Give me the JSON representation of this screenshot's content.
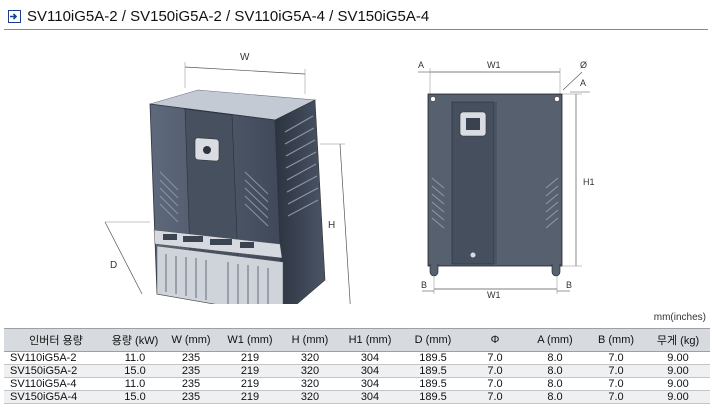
{
  "header": {
    "title": "SV110iG5A-2 / SV150iG5A-2 / SV110iG5A-4 / SV150iG5A-4",
    "icon": "arrow-into-box-icon"
  },
  "drawing": {
    "iso_labels": {
      "w": "W",
      "h": "H",
      "d": "D"
    },
    "front_labels": {
      "a_top": "A",
      "w1_top": "W1",
      "phi": "Ø",
      "a_right": "A",
      "h1": "H1",
      "b_left": "B",
      "w1_bottom": "W1",
      "b_right": "B"
    }
  },
  "unit_note": "mm(inches)",
  "spec_table": {
    "headers": [
      "인버터 용량",
      "용량 (kW)",
      "W (mm)",
      "W1 (mm)",
      "H (mm)",
      "H1 (mm)",
      "D (mm)",
      "Φ",
      "A (mm)",
      "B (mm)",
      "무게 (kg)"
    ],
    "rows": [
      [
        "SV110iG5A-2",
        "11.0",
        "235",
        "219",
        "320",
        "304",
        "189.5",
        "7.0",
        "8.0",
        "7.0",
        "9.00"
      ],
      [
        "SV150iG5A-2",
        "15.0",
        "235",
        "219",
        "320",
        "304",
        "189.5",
        "7.0",
        "8.0",
        "7.0",
        "9.00"
      ],
      [
        "SV110iG5A-4",
        "11.0",
        "235",
        "219",
        "320",
        "304",
        "189.5",
        "7.0",
        "8.0",
        "7.0",
        "9.00"
      ],
      [
        "SV150iG5A-4",
        "15.0",
        "235",
        "219",
        "320",
        "304",
        "189.5",
        "7.0",
        "8.0",
        "7.0",
        "9.00"
      ]
    ]
  },
  "colors": {
    "body_dark": "#3e4656",
    "body_light": "#c9cfd8",
    "front_panel": "#5a6476",
    "accent_blue": "#1b3f8f",
    "table_header": "#d7dbdf"
  }
}
